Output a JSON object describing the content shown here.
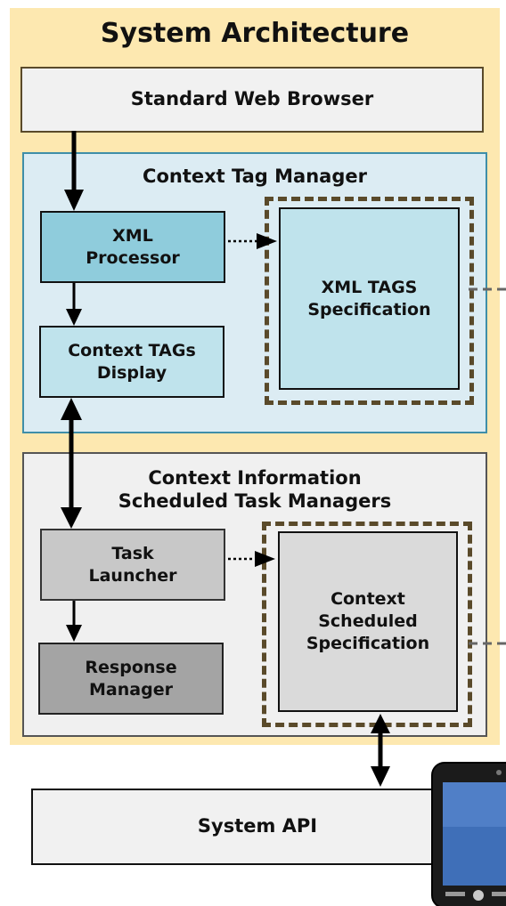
{
  "diagram": {
    "title": "System Architecture",
    "browser": "Standard Web Browser",
    "context_tag_manager": {
      "title": "Context Tag Manager",
      "xml_processor": "XML\nProcessor",
      "context_tags_display": "Context TAGs\nDisplay",
      "xml_tags_specification": "XML TAGS\nSpecification"
    },
    "task_managers": {
      "title": "Context Information\nScheduled Task Managers",
      "task_launcher": "Task\nLauncher",
      "response_manager": "Response\nManager",
      "context_scheduled_specification": "Context\nScheduled\nSpecification"
    },
    "system_api": "System API"
  },
  "icons": {
    "phone": "smartphone-icon"
  },
  "colors": {
    "architecture_bg": "#fde8b0",
    "context_tag_panel": "#dcecf3",
    "task_panel": "#f0f0f0",
    "dashed_border": "#5a4a2a"
  }
}
